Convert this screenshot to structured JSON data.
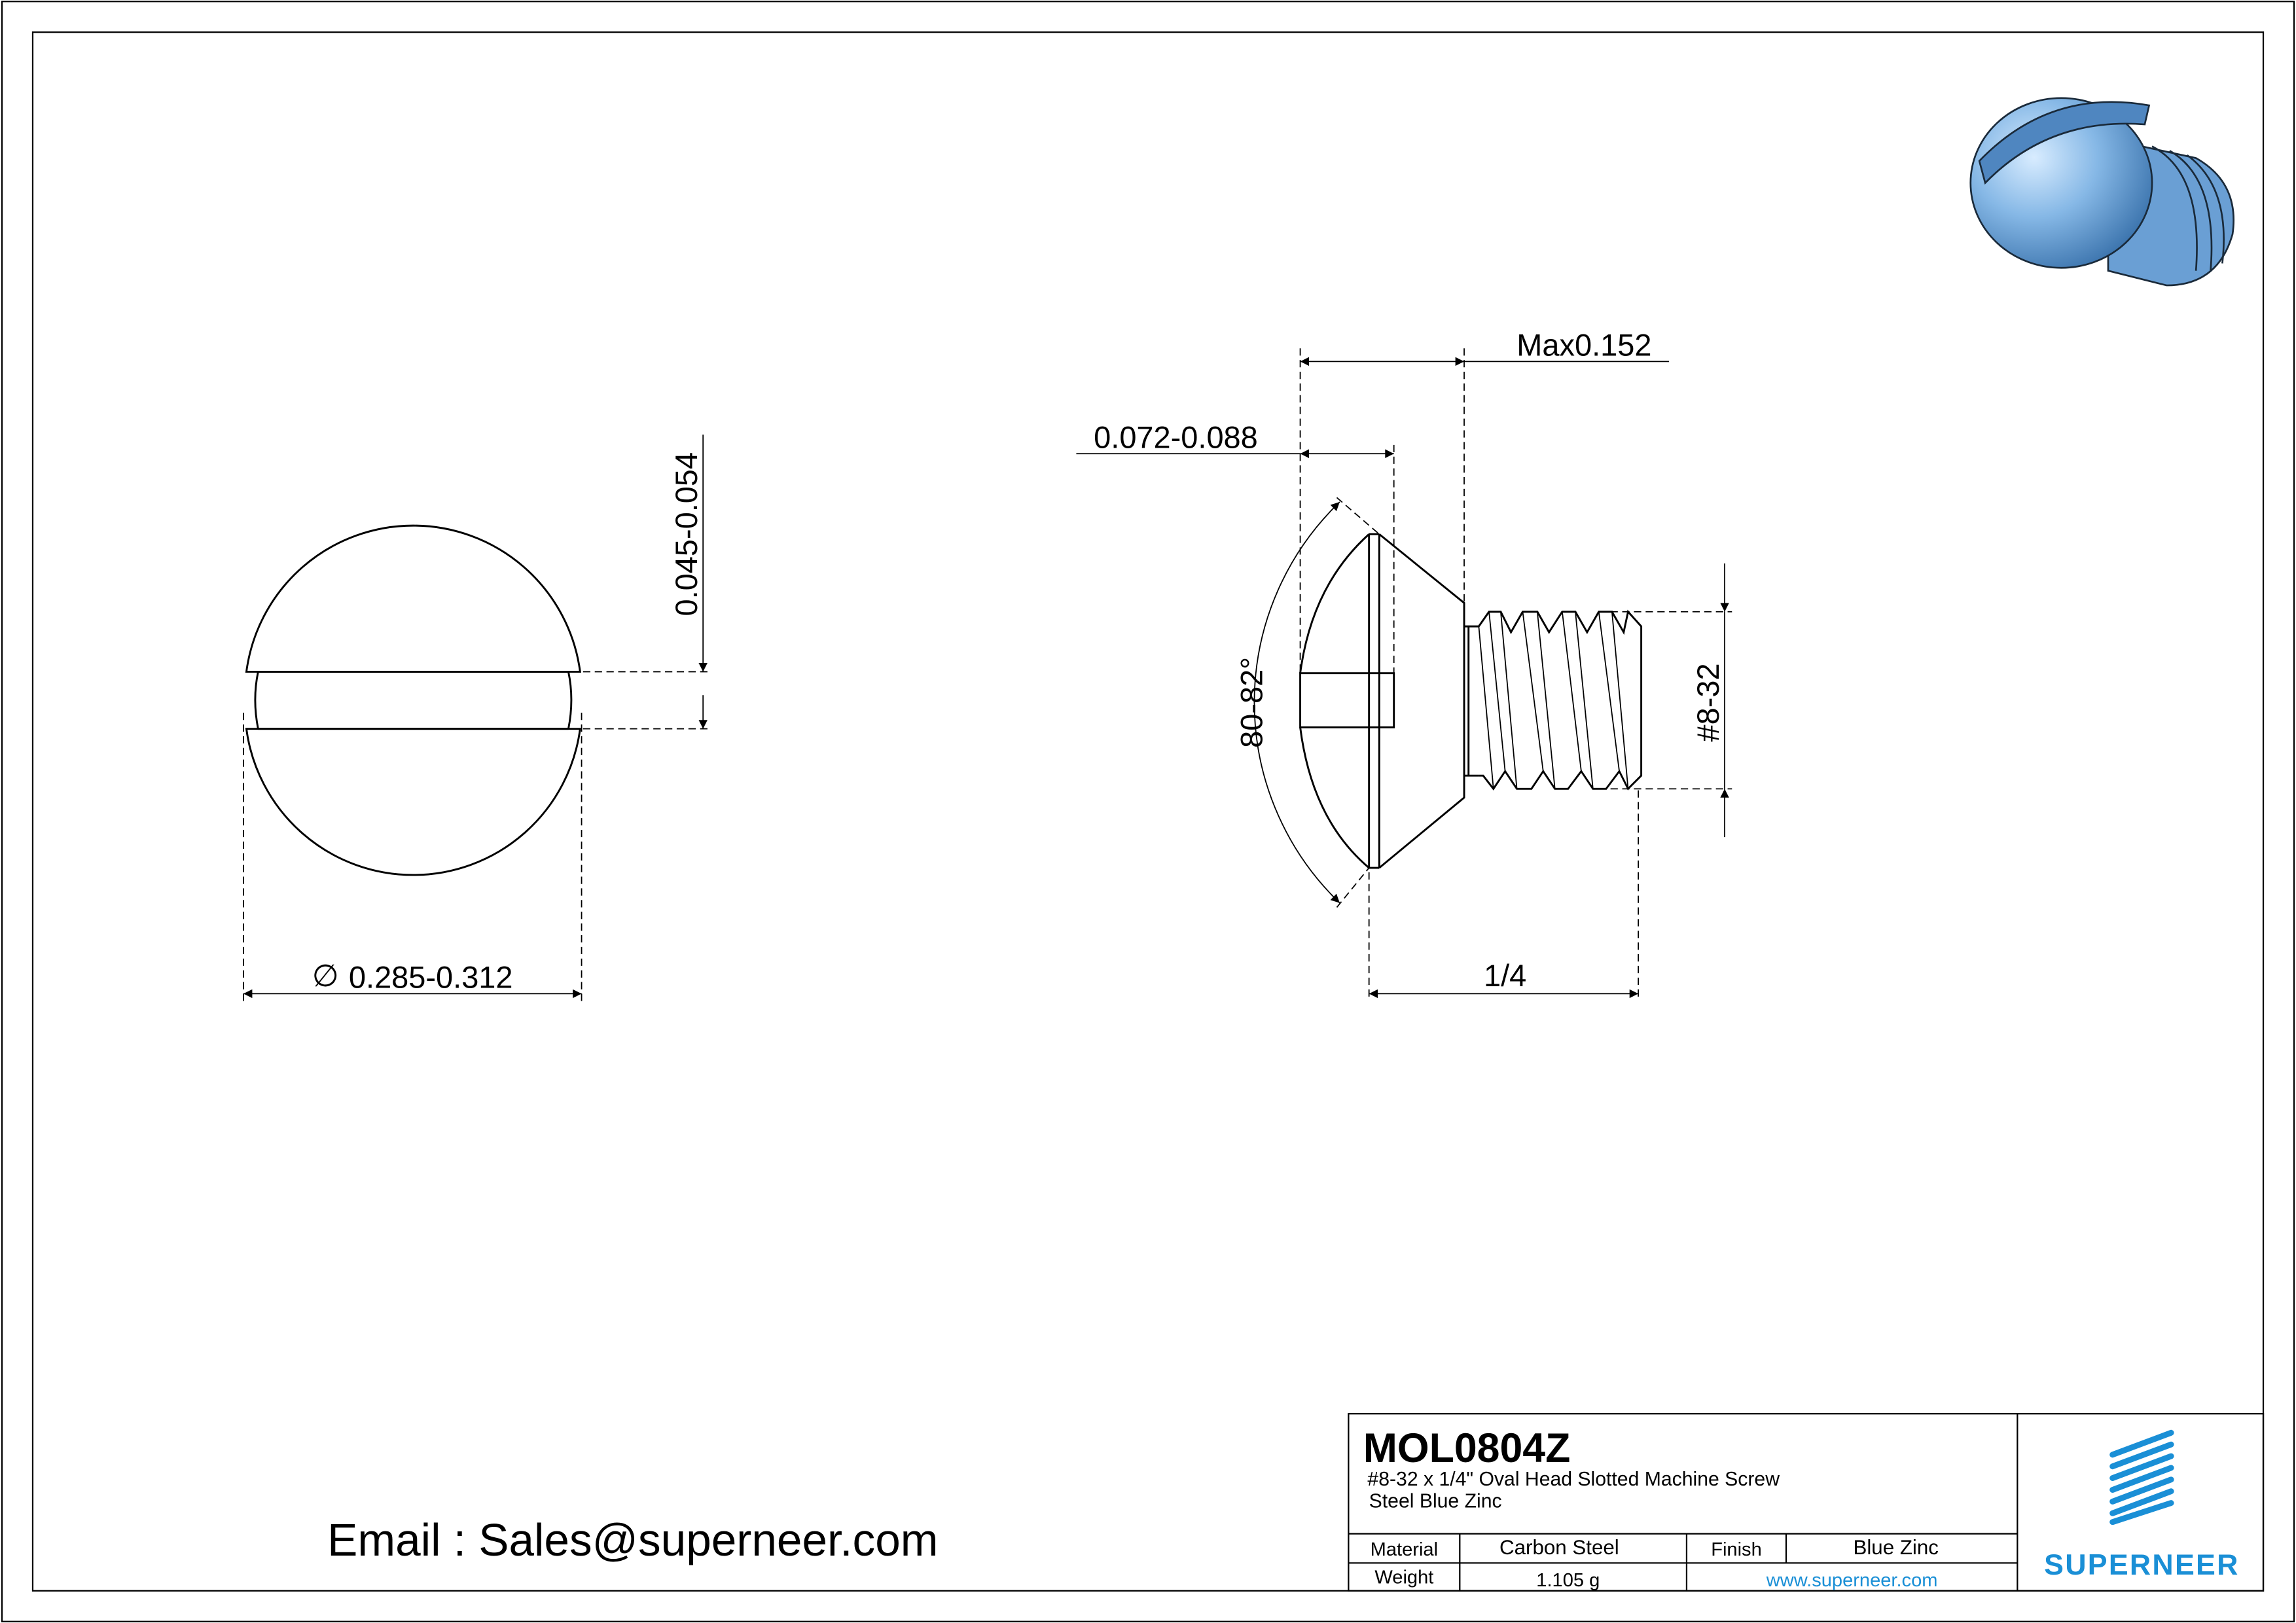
{
  "drawing": {
    "part_number": "MOL0804Z",
    "description_line1": "#8-32 x 1/4\" Oval Head Slotted Machine Screw",
    "description_line2": "Steel Blue Zinc",
    "email": "Email : Sales@superneer.com",
    "colors": {
      "brand_blue": "#1a8fd6",
      "screw_blue": "#7fb2e0"
    }
  },
  "dimensions": {
    "slot_depth": "0.045-0.054",
    "head_diameter": "0.285-0.312",
    "head_height": "Max0.152",
    "slot_width": "0.072-0.088",
    "head_angle": "80-82°",
    "length": "1/4",
    "thread": "#8-32",
    "diameter_symbol": "∅"
  },
  "title_block": {
    "material_label": "Material",
    "material_value": "Carbon Steel",
    "finish_label": "Finish",
    "finish_value": "Blue Zinc",
    "weight_label": "Weight",
    "weight_value": "1.105 g",
    "website": "www.superneer.com",
    "logo_text": "SUPERNEER"
  }
}
